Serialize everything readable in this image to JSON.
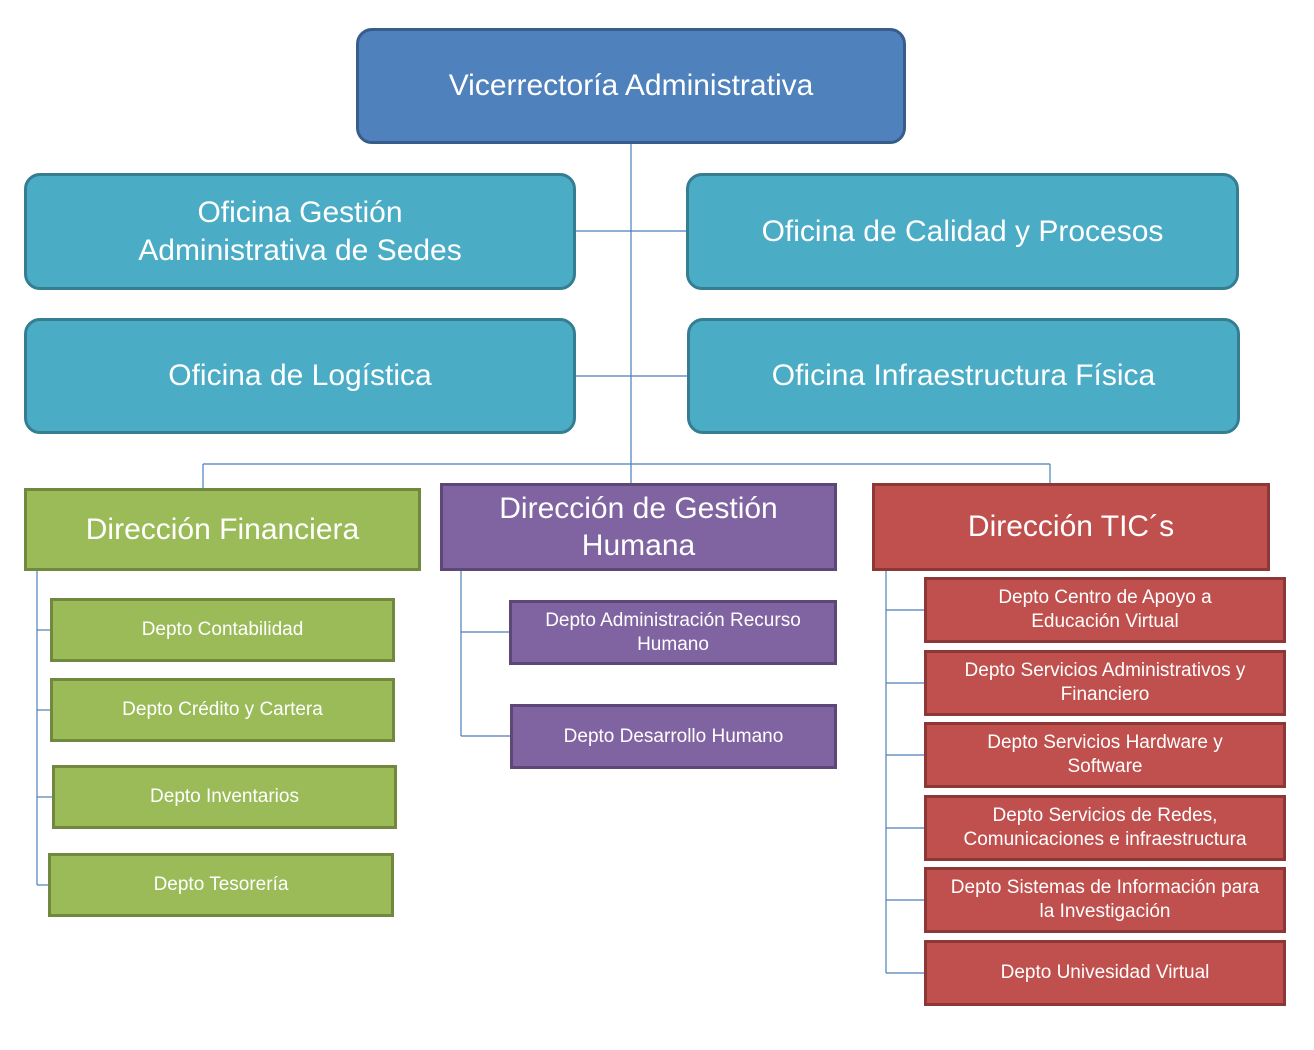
{
  "top": {
    "label": "Vicerrectoría Administrativa"
  },
  "offices": [
    {
      "label": "Oficina Gestión Administrativa de Sedes"
    },
    {
      "label": "Oficina de Calidad y Procesos"
    },
    {
      "label": "Oficina de Logística"
    },
    {
      "label": "Oficina Infraestructura Física"
    }
  ],
  "directions": [
    {
      "label": "Dirección Financiera",
      "departments": [
        {
          "label": "Depto Contabilidad"
        },
        {
          "label": "Depto Crédito y Cartera"
        },
        {
          "label": "Depto Inventarios"
        },
        {
          "label": "Depto Tesorería"
        }
      ]
    },
    {
      "label": "Dirección de Gestión Humana",
      "departments": [
        {
          "label": "Depto Administración Recurso Humano"
        },
        {
          "label": "Depto Desarrollo Humano"
        }
      ]
    },
    {
      "label": "Dirección TIC´s",
      "departments": [
        {
          "label": "Depto Centro de Apoyo a Educación Virtual"
        },
        {
          "label": "Depto Servicios Administrativos y Financiero"
        },
        {
          "label": "Depto Servicios Hardware y Software"
        },
        {
          "label": "Depto Servicios de Redes, Comunicaciones e infraestructura"
        },
        {
          "label": "Depto Sistemas de Información para la Investigación"
        },
        {
          "label": "Depto Univesidad Virtual"
        }
      ]
    }
  ],
  "colors": {
    "top": "#4f81bd",
    "office": "#4bacc6",
    "financiera": "#9bbb59",
    "humana": "#8064a2",
    "tics": "#c0504d",
    "connector": "#4a7ebb"
  }
}
